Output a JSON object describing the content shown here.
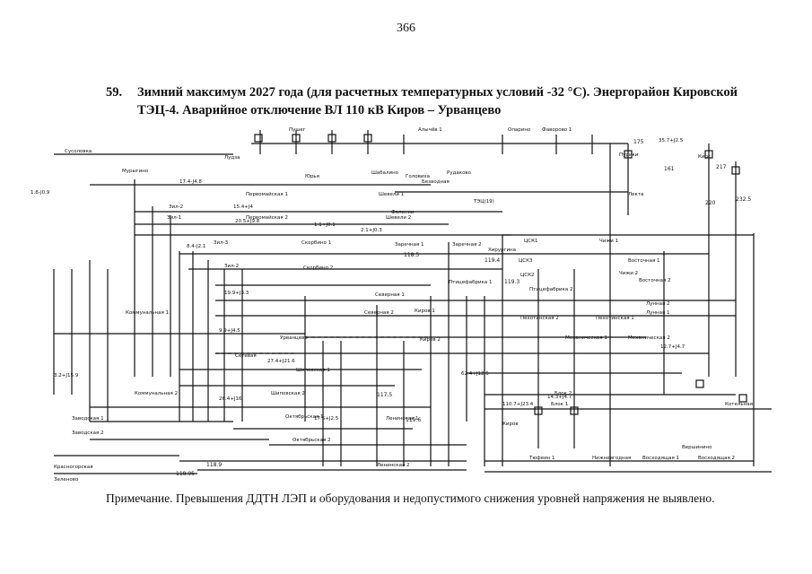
{
  "page": {
    "number": "366"
  },
  "heading": {
    "number": "59.",
    "line1": "Зимний максимум 2027 года (для расчетных температурных условий -32 °С). Энергорайон Кировской",
    "line2": "ТЭЦ-4. Аварийное отключение ВЛ 110 кВ Киров – Урванцево"
  },
  "diagram": {
    "substations": [
      "Сусоловка",
      "Лудза",
      "Юрья",
      "Пушег",
      "Алычёв 1",
      "Опарино",
      "Фаворово 1",
      "Мурыгино",
      "Фаленки",
      "Головиха",
      "Рудаково",
      "Шабалино",
      "Безводная",
      "Первомайская 1",
      "Первомайская 2",
      "Шевели 1",
      "Шевели 2",
      "ТЭЦ(19)",
      "Зил-2",
      "Зил-1",
      "Зил-3",
      "Зил-2",
      "Скорбино 1",
      "Скорбино 2",
      "Заречная 1",
      "Заречная 2",
      "Хирургина",
      "ЦСК1",
      "ЦСК2",
      "ЦСК3",
      "Чижи 1",
      "Чижи 2",
      "Восточная 1",
      "Восточная 2",
      "Птицефабрика 1",
      "Птицефабрика 2",
      "Северная 1",
      "Северная 2",
      "Урванцево",
      "Киров 1",
      "Киров 2",
      "Пехотинская 1",
      "Пехотинская 2",
      "Механическая 1",
      "Механическая 2",
      "Блок 1",
      "Блок 2",
      "Лунная 1",
      "Лунная 2",
      "Шиповская 1",
      "Шиповская 2",
      "Октябрьская 1",
      "Октябрьская 2",
      "Сетевая",
      "Ленинская 1",
      "Ленинская 2",
      "Заводская 1",
      "Заводская 2",
      "Коммунальная 1",
      "Коммунальная 2",
      "Красногорская",
      "Зеленово",
      "Вершинино",
      "Киров",
      "Тюфеин 1",
      "Нижнеягодная",
      "Восходящая 1",
      "Восходящая 2",
      "Котельная",
      "Пурики",
      "Лекта",
      "Кирс"
    ],
    "node_numbers": [
      "175",
      "217",
      "232.5",
      "220",
      "161",
      "118.5",
      "119.4",
      "119.3",
      "119.6",
      "117.5",
      "118.9",
      "118.95"
    ],
    "line_flows": [
      "35.7+J2.5",
      "1.8-J0.9",
      "17.4-J4.8",
      "15.4+J4",
      "20.5+J9.8",
      "8.4-J2.1",
      "19.9+J3.3",
      "27.4+J21.6",
      "9.9+J4.5",
      "26.4+J16",
      "1.1+J0.1",
      "14.3+J4.7",
      "110.7+J23.4",
      "62.4+J12.5",
      "3.2+J15.9",
      "12.7+J4.7",
      "2.1+J0.3",
      "17.5+J2.5"
    ]
  },
  "note": "Примечание. Превышения ДДТН ЛЭП и оборудования и недопустимого снижения уровней напряжения не выявлено."
}
